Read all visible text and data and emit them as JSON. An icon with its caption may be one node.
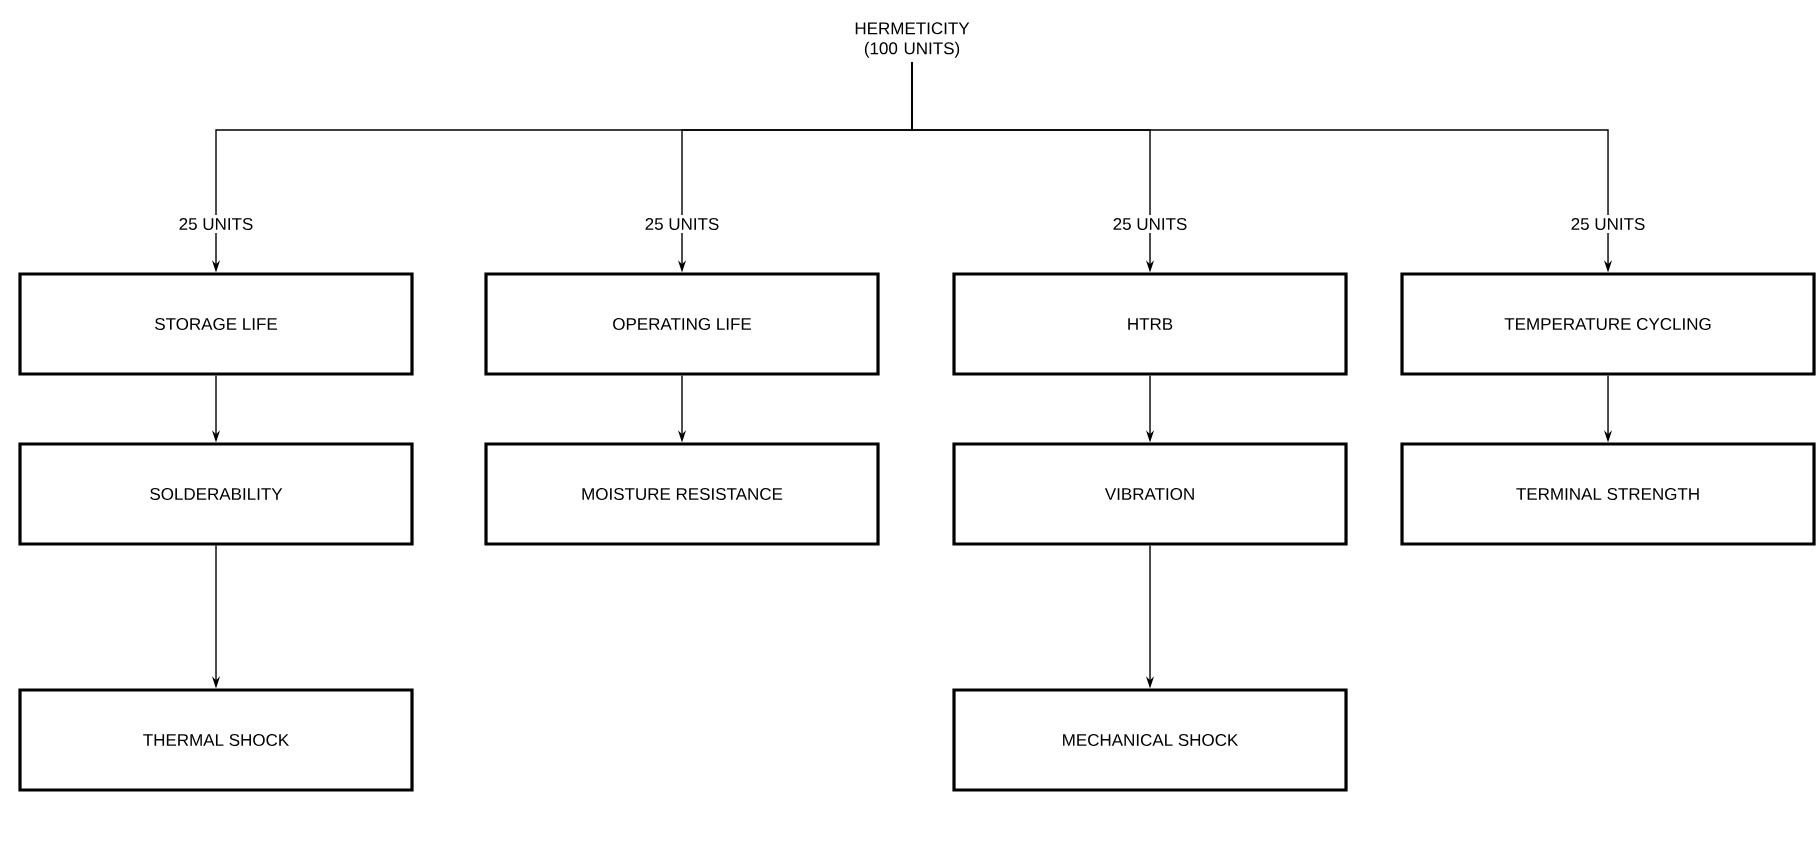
{
  "diagram": {
    "nodes": [
      {
        "text": [
          "HERMETICITY (100 UNITS)"
        ]
      },
      {
        "text": [
          "STORAGE LIFE"
        ]
      },
      {
        "text": [
          "OPERATING LIFE"
        ]
      },
      {
        "text": [
          "HTRB"
        ]
      },
      {
        "text": [
          "TEMPERATURE CYCLING"
        ]
      },
      {
        "text": [
          "SOLDERABILITY"
        ]
      },
      {
        "text": [
          "MOISTURE RESISTANCE"
        ]
      },
      {
        "text": [
          "VIBRATION"
        ]
      },
      {
        "text": [
          "TERMINAL STRENGTH"
        ]
      },
      {
        "text": [
          "THERMAL SHOCK"
        ]
      },
      {
        "text": [
          "MECHANICAL SHOCK"
        ]
      }
    ],
    "edges": [
      {
        "from": 0,
        "to": 1,
        "arrow": "to",
        "label": "25 UNITS"
      },
      {
        "from": 0,
        "to": 2,
        "arrow": "to",
        "label": "25 UNITS"
      },
      {
        "from": 0,
        "to": 3,
        "arrow": "to",
        "label": "25 UNITS"
      },
      {
        "from": 0,
        "to": 4,
        "arrow": "to",
        "label": "25 UNITS"
      },
      {
        "from": 1,
        "to": 5,
        "arrow": "to"
      },
      {
        "from": 2,
        "to": 6,
        "arrow": "to"
      },
      {
        "from": 3,
        "to": 7,
        "arrow": "to"
      },
      {
        "from": 4,
        "to": 8,
        "arrow": "to"
      },
      {
        "from": 5,
        "to": 9,
        "arrow": "to"
      },
      {
        "from": 7,
        "to": 10,
        "arrow": "to"
      }
    ]
  }
}
